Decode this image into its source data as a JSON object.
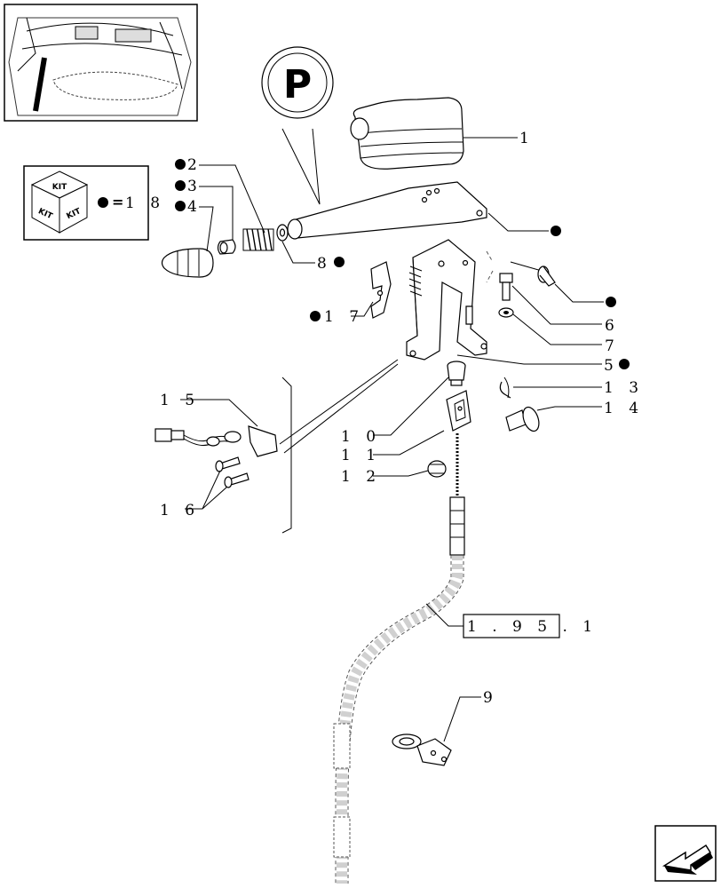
{
  "diagram": {
    "parking_symbol": "P",
    "kit_box": {
      "kit_word": "KIT",
      "equals": "=",
      "number": "1 8"
    },
    "callouts": [
      {
        "id": "c1",
        "text": "1"
      },
      {
        "id": "c2",
        "text": "2"
      },
      {
        "id": "c3",
        "text": "3"
      },
      {
        "id": "c4",
        "text": "4"
      },
      {
        "id": "c5",
        "text": "5"
      },
      {
        "id": "c6",
        "text": "6"
      },
      {
        "id": "c7",
        "text": "7"
      },
      {
        "id": "c8",
        "text": "8"
      },
      {
        "id": "c9",
        "text": "9"
      },
      {
        "id": "c10",
        "text": "1 0"
      },
      {
        "id": "c11",
        "text": "1 1"
      },
      {
        "id": "c12",
        "text": "1 2"
      },
      {
        "id": "c13",
        "text": "1 3"
      },
      {
        "id": "c14",
        "text": "1 4"
      },
      {
        "id": "c15",
        "text": "1 5"
      },
      {
        "id": "c16",
        "text": "1 6"
      },
      {
        "id": "c17",
        "text": "1 7"
      }
    ],
    "reference": "1 . 9 5 . 1",
    "icons": [
      "parking-brake-icon",
      "kit-cube-icon",
      "next-page-arrow-icon",
      "location-thumbnail"
    ]
  }
}
